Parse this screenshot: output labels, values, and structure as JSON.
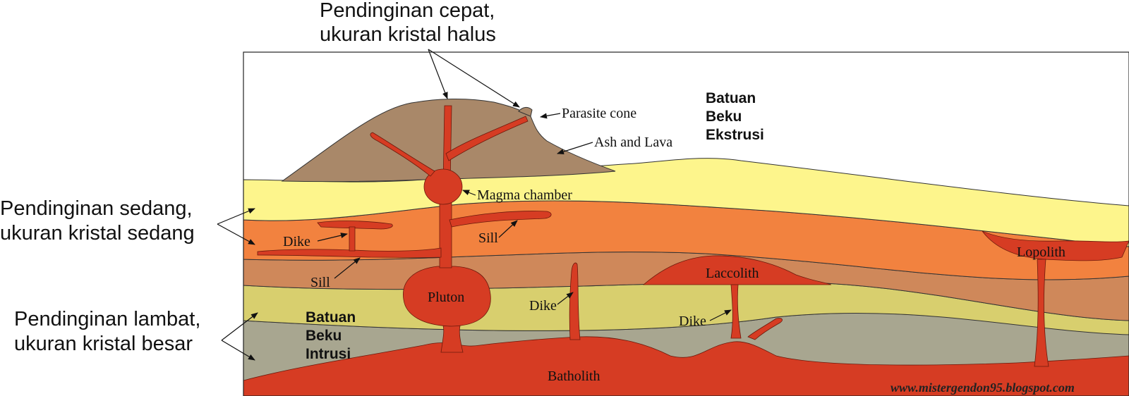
{
  "colors": {
    "magma": "#d63c23",
    "volcano": "#a98869",
    "layer_yellow": "#fdf58c",
    "layer_orange": "#f2823f",
    "layer_tan": "#cf885a",
    "layer_olive": "#d8cf6e",
    "layer_grey": "#a8a690"
  },
  "outer_labels": {
    "fast": [
      "Pendinginan cepat,",
      "ukuran kristal halus"
    ],
    "medium": [
      "Pendinginan sedang,",
      "ukuran kristal sedang"
    ],
    "slow": [
      "Pendinginan lambat,",
      "ukuran kristal besar"
    ]
  },
  "groups": {
    "extrusive": [
      "Batuan",
      "Beku",
      "Ekstrusi"
    ],
    "intrusive": [
      "Batuan",
      "Beku",
      "Intrusi"
    ]
  },
  "features": {
    "parasite_cone": "Parasite cone",
    "ash_lava": "Ash and Lava",
    "magma_chamber": "Magma chamber",
    "dike_left": "Dike",
    "sill_upper": "Sill",
    "sill_lower": "Sill",
    "pluton": "Pluton",
    "dike_middle": "Dike",
    "laccolith": "Laccolith",
    "dike_right": "Dike",
    "lopolith": "Lopolith",
    "batholith": "Batholith"
  },
  "watermark": "www.mistergendon95.blogspot.com"
}
